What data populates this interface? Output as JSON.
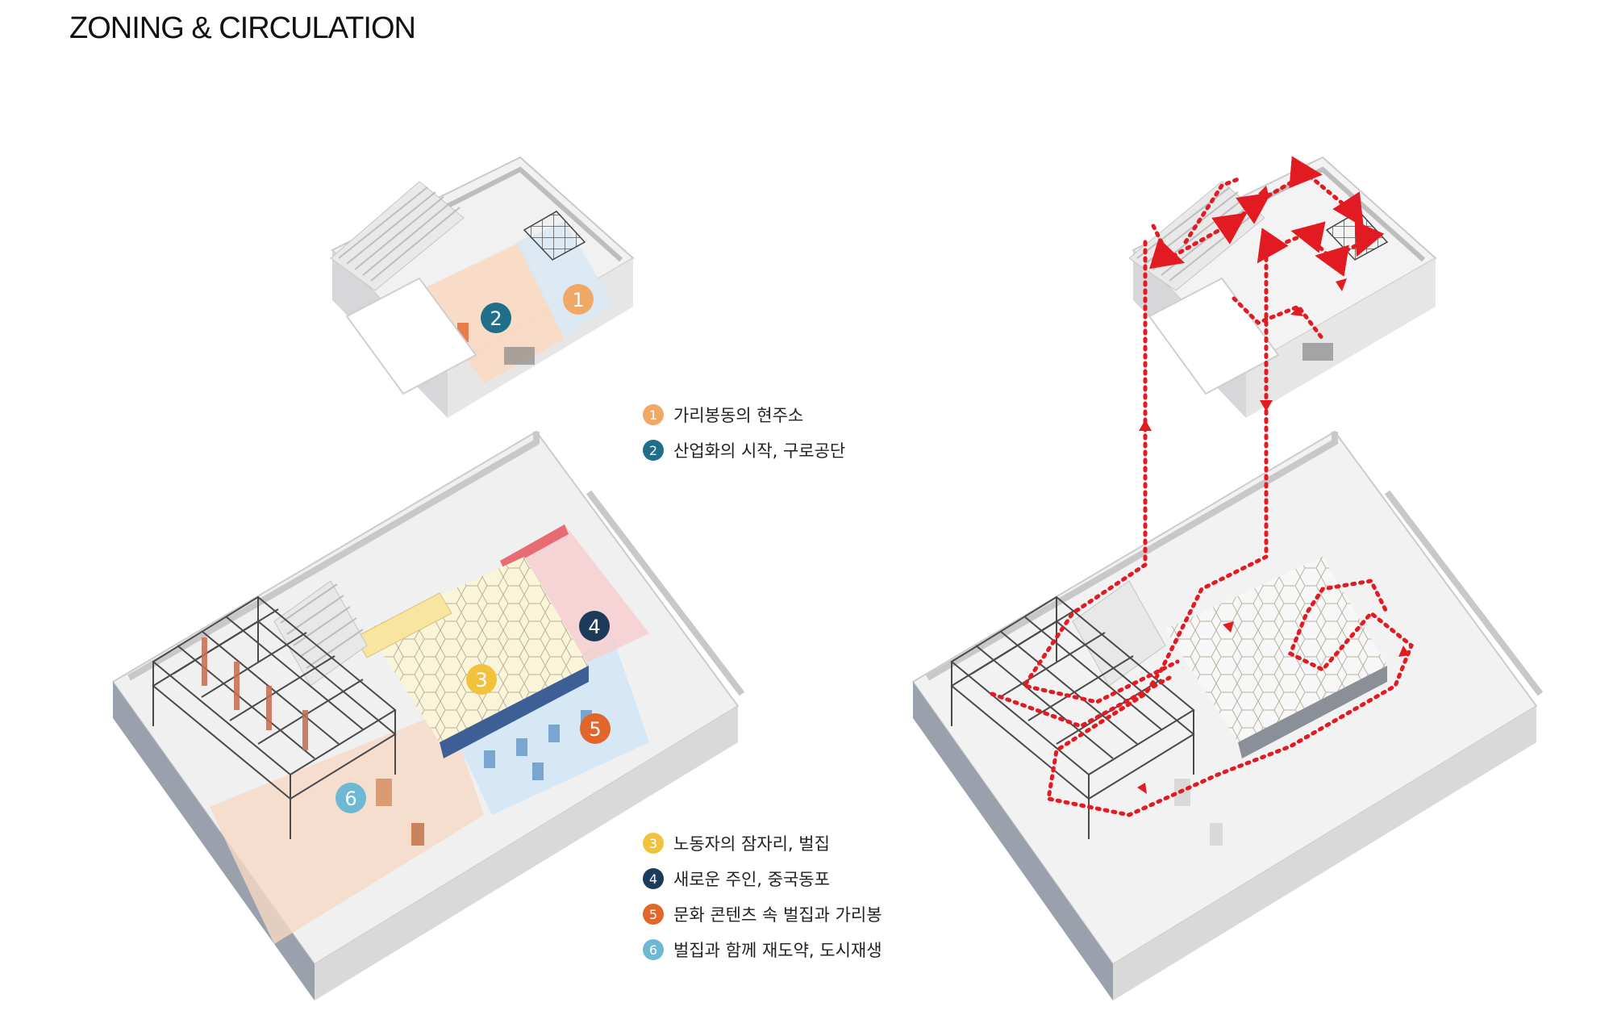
{
  "title": "ZONING & CIRCULATION",
  "colors": {
    "zone1": "#f0a866",
    "zone2": "#1f6f8b",
    "zone3": "#f2c23c",
    "zone4": "#1c3a5a",
    "zone5": "#e2652a",
    "zone6": "#6db8d3",
    "circulation": "#e21b23"
  },
  "markers": [
    "1",
    "2",
    "3",
    "4",
    "5",
    "6"
  ],
  "legend_top": [
    {
      "num": "1",
      "label": "가리봉동의 현주소"
    },
    {
      "num": "2",
      "label": "산업화의 시작, 구로공단"
    }
  ],
  "legend_bottom": [
    {
      "num": "3",
      "label": "노동자의 잠자리, 벌집"
    },
    {
      "num": "4",
      "label": "새로운 주인, 중국동포"
    },
    {
      "num": "5",
      "label": "문화 콘텐츠 속 벌집과 가리봉"
    },
    {
      "num": "6",
      "label": "벌집과 함께 재도약, 도시재생"
    }
  ]
}
